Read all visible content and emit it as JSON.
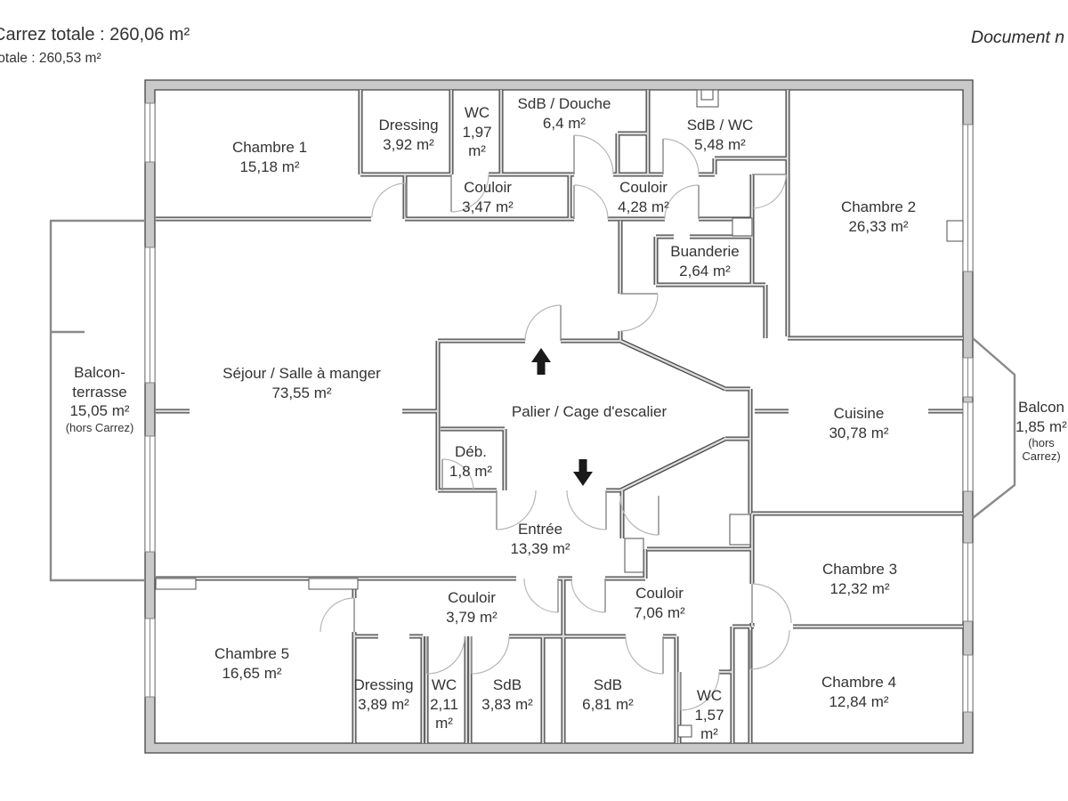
{
  "header": {
    "carrez_total": "Carrez totale :  260,06 m²",
    "total": "totale :  260,53 m²",
    "doc_note": "Document n"
  },
  "rooms": [
    {
      "name": "Chambre 1",
      "area": "15,18 m²"
    },
    {
      "name": "Dressing",
      "area": "3,92 m²"
    },
    {
      "name": "WC",
      "area": "1,97 m²"
    },
    {
      "name": "SdB / Douche",
      "area": "6,4 m²"
    },
    {
      "name": "SdB / WC",
      "area": "5,48 m²"
    },
    {
      "name": "Chambre 2",
      "area": "26,33 m²"
    },
    {
      "name": "Couloir",
      "area": "3,47 m²"
    },
    {
      "name": "Couloir",
      "area": "4,28 m²"
    },
    {
      "name": "Buanderie",
      "area": "2,64 m²"
    },
    {
      "name": "Séjour / Salle à manger",
      "area": "73,55 m²"
    },
    {
      "name": "Palier / Cage d'escalier",
      "area": ""
    },
    {
      "name": "Déb.",
      "area": "1,8 m²"
    },
    {
      "name": "Cuisine",
      "area": "30,78 m²"
    },
    {
      "name": "Balcon-terrasse",
      "area": "15,05 m²",
      "note": "(hors Carrez)"
    },
    {
      "name": "Balcon",
      "area": "1,85 m²",
      "note": "(hors Carrez)"
    },
    {
      "name": "Entrée",
      "area": "13,39 m²"
    },
    {
      "name": "Chambre 3",
      "area": "12,32 m²"
    },
    {
      "name": "Couloir",
      "area": "3,79 m²"
    },
    {
      "name": "Couloir",
      "area": "7,06 m²"
    },
    {
      "name": "Chambre 5",
      "area": "16,65 m²"
    },
    {
      "name": "Dressing",
      "area": "3,89 m²"
    },
    {
      "name": "WC",
      "area": "2,11 m²"
    },
    {
      "name": "SdB",
      "area": "3,83 m²"
    },
    {
      "name": "SdB",
      "area": "6,81 m²"
    },
    {
      "name": "WC",
      "area": "1,57 m²"
    },
    {
      "name": "Chambre 4",
      "area": "12,84 m²"
    }
  ],
  "colors": {
    "wall_fill": "#c9c9c9",
    "wall_edge": "#444444",
    "door_arc": "#b5b5b5",
    "text": "#333333"
  }
}
